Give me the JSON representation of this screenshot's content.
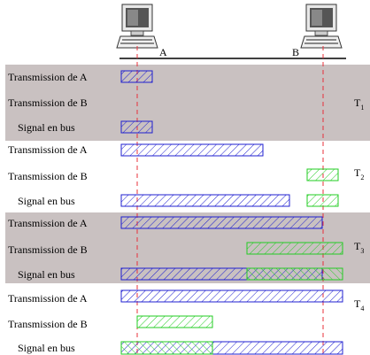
{
  "stations": [
    {
      "label": "A"
    },
    {
      "label": "B"
    }
  ],
  "row_labels": {
    "tx_a": "Transmission de A",
    "tx_b": "Transmission de B",
    "bus": "Signal en bus"
  },
  "phases": [
    {
      "label": "T",
      "sub": "1"
    },
    {
      "label": "T",
      "sub": "2"
    },
    {
      "label": "T",
      "sub": "3"
    },
    {
      "label": "T",
      "sub": "4"
    }
  ],
  "colors": {
    "band": "#c9c1c1",
    "station_a_signal": "#1f1fd0",
    "station_b_signal": "#22cc22",
    "station_line": "#e8303a",
    "bus_line": "#000000"
  }
}
